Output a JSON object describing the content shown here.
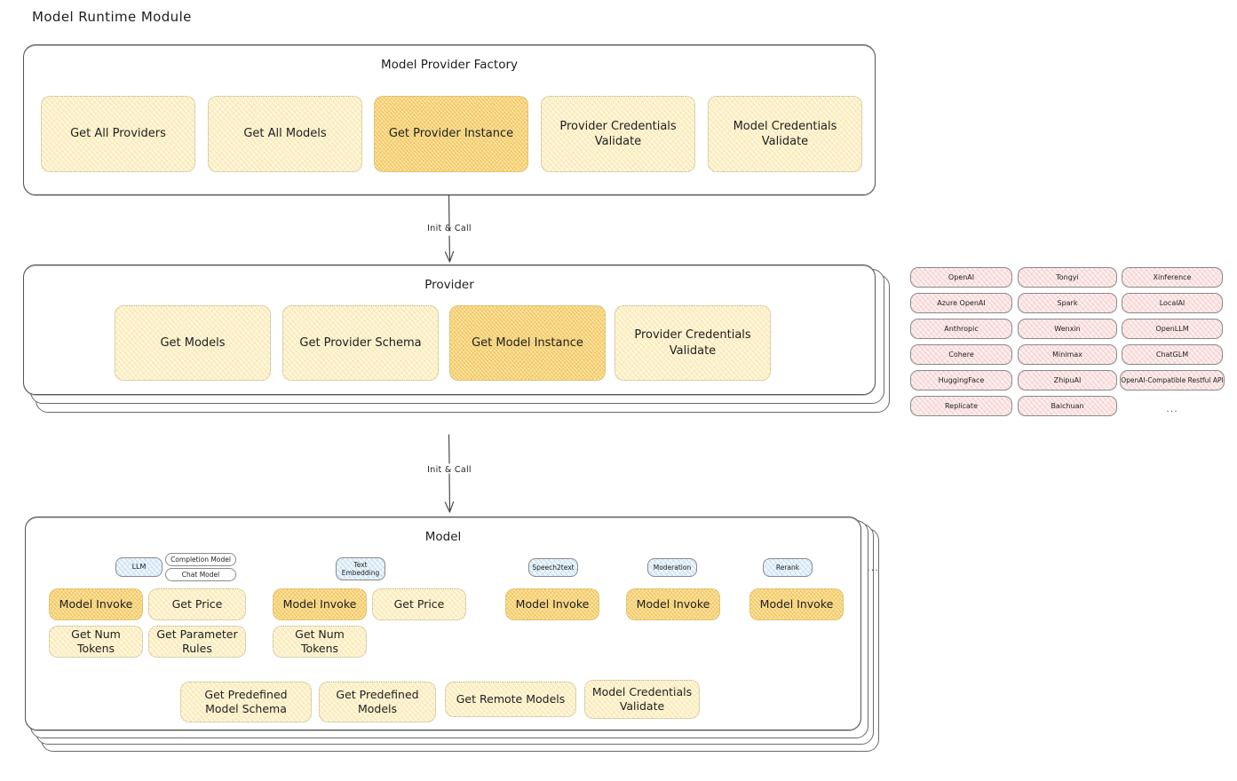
{
  "page": {
    "title": "Model Runtime Module"
  },
  "arrows": [
    {
      "label": "Init & Call"
    },
    {
      "label": "Init & Call"
    }
  ],
  "factory": {
    "title": "Model Provider Factory",
    "methods": [
      {
        "label": "Get All Providers",
        "highlighted": false
      },
      {
        "label": "Get All Models",
        "highlighted": false
      },
      {
        "label": "Get Provider Instance",
        "highlighted": true
      },
      {
        "label": "Provider Credentials Validate",
        "highlighted": false
      },
      {
        "label": "Model Credentials Validate",
        "highlighted": false
      }
    ]
  },
  "provider": {
    "title": "Provider",
    "methods": [
      {
        "label": "Get Models",
        "highlighted": false
      },
      {
        "label": "Get Provider Schema",
        "highlighted": false
      },
      {
        "label": "Get Model Instance",
        "highlighted": true
      },
      {
        "label": "Provider Credentials Validate",
        "highlighted": false
      }
    ]
  },
  "provider_list": {
    "columns": [
      {
        "items": [
          "OpenAI",
          "Azure OpenAI",
          "Anthropic",
          "Cohere",
          "HuggingFace",
          "Replicate"
        ],
        "more": false
      },
      {
        "items": [
          "Tongyi",
          "Spark",
          "Wenxin",
          "Minimax",
          "ZhipuAI",
          "Baichuan"
        ],
        "more": false
      },
      {
        "items": [
          "Xinference",
          "LocalAI",
          "OpenLLM",
          "ChatGLM",
          "OpenAI-Compatible Restful API"
        ],
        "more": true,
        "more_label": "..."
      }
    ]
  },
  "model": {
    "title": "Model",
    "more_label": "...",
    "types": [
      {
        "name": "LLM",
        "sub_types": [
          "Completion Model",
          "Chat Model"
        ],
        "methods": [
          {
            "label": "Model Invoke",
            "highlighted": true
          },
          {
            "label": "Get Price",
            "highlighted": false
          },
          {
            "label": "Get Num Tokens",
            "highlighted": false
          },
          {
            "label": "Get Parameter Rules",
            "highlighted": false
          }
        ]
      },
      {
        "name": "Text Embedding",
        "sub_types": [],
        "methods": [
          {
            "label": "Model Invoke",
            "highlighted": true
          },
          {
            "label": "Get Price",
            "highlighted": false
          },
          {
            "label": "Get Num Tokens",
            "highlighted": false
          }
        ]
      },
      {
        "name": "Speech2text",
        "sub_types": [],
        "methods": [
          {
            "label": "Model Invoke",
            "highlighted": true
          }
        ]
      },
      {
        "name": "Moderation",
        "sub_types": [],
        "methods": [
          {
            "label": "Model Invoke",
            "highlighted": true
          }
        ]
      },
      {
        "name": "Rerank",
        "sub_types": [],
        "methods": [
          {
            "label": "Model Invoke",
            "highlighted": true
          }
        ]
      }
    ],
    "common_methods": [
      {
        "label": "Get Predefined Model Schema"
      },
      {
        "label": "Get Predefined Models"
      },
      {
        "label": "Get Remote Models"
      },
      {
        "label": "Model Credentials Validate"
      }
    ]
  },
  "colors": {
    "fill_light": "#fdf6dd",
    "fill_highlight": "#fae3a8",
    "chip_pink": "#fdeeee",
    "chip_blue": "#eef6fd",
    "stroke": "#555555"
  }
}
